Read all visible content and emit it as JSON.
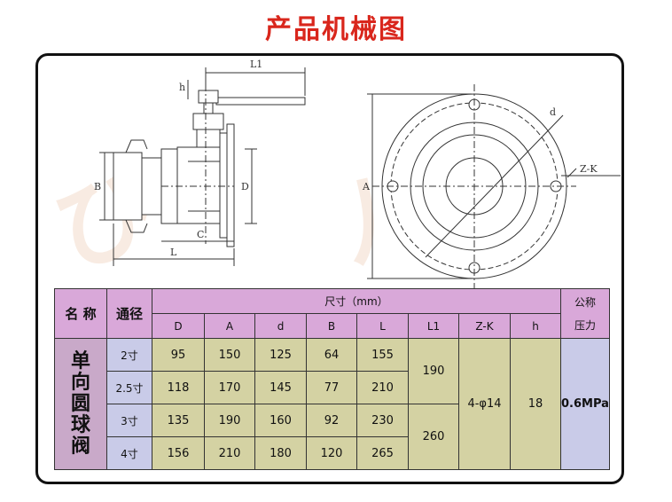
{
  "page": {
    "title": "产品机械图"
  },
  "drawing": {
    "labels": {
      "L1": "L1",
      "h": "h",
      "B": "B",
      "D": "D",
      "C": "C",
      "L": "L",
      "A": "A",
      "d": "d",
      "ZK": "Z-K"
    }
  },
  "table": {
    "header": {
      "name": "名 称",
      "bore": "通径",
      "size": "尺寸（mm）",
      "pressure_line1": "公称",
      "pressure_line2": "压力",
      "cols": [
        "D",
        "A",
        "d",
        "B",
        "L",
        "L1",
        "Z-K",
        "h"
      ]
    },
    "product_name": "单向圆球阀",
    "rows": [
      {
        "bore": "2寸",
        "D": "95",
        "A": "150",
        "d": "125",
        "B": "64",
        "L": "155"
      },
      {
        "bore": "2.5寸",
        "D": "118",
        "A": "170",
        "d": "145",
        "B": "77",
        "L": "210"
      },
      {
        "bore": "3寸",
        "D": "135",
        "A": "190",
        "d": "160",
        "B": "92",
        "L": "230"
      },
      {
        "bore": "4寸",
        "D": "156",
        "A": "210",
        "d": "180",
        "B": "120",
        "L": "265"
      }
    ],
    "L1_values": [
      "190",
      "260"
    ],
    "ZK": "4-φ14",
    "h": "18",
    "pressure": "0.6MPa"
  }
}
